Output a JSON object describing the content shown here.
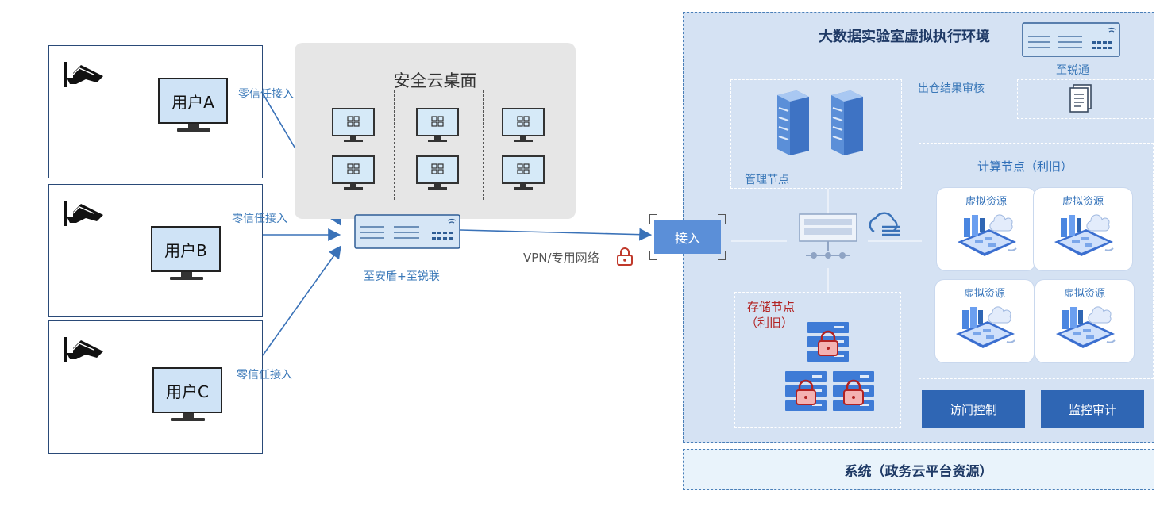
{
  "users": [
    {
      "label": "用户A",
      "edge": "零信任接入"
    },
    {
      "label": "用户B",
      "edge": "零信任接入"
    },
    {
      "label": "用户C",
      "edge": "零信任接入"
    }
  ],
  "desktop": {
    "title": "安全云桌面"
  },
  "gateway": {
    "label": "至安盾+至锐联"
  },
  "link": {
    "label": "VPN/专用网络"
  },
  "access": {
    "label": "接入"
  },
  "env": {
    "title": "大数据实验室虚拟执行环境",
    "device_label": "至锐通",
    "edge_label": "出仓结果审核",
    "mgmt_label": "管理节点",
    "storage_label_1": "存储节点",
    "storage_label_2": "（利旧）",
    "compute_label": "计算节点（利旧）",
    "resources": [
      "虚拟资源",
      "虚拟资源",
      "虚拟资源",
      "虚拟资源"
    ],
    "buttons": {
      "access_control": "访问控制",
      "monitor_audit": "监控审计"
    }
  },
  "system": {
    "label": "系统（政务云平台资源）"
  },
  "colors": {
    "line": "#3a72b8",
    "panel": "#d5e2f3",
    "button": "#2f66b4",
    "lock": "#c0392b",
    "storage_red": "#b22222"
  }
}
